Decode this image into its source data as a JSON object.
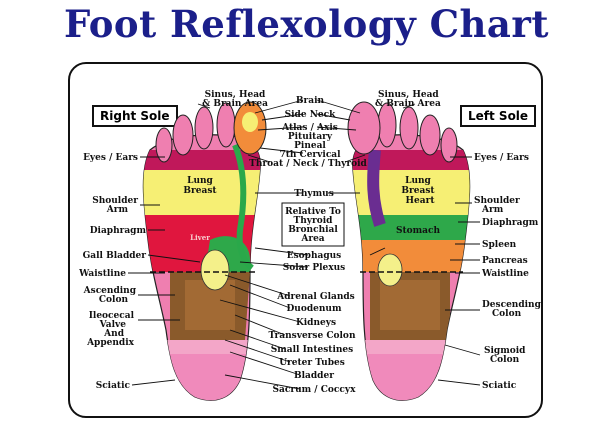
{
  "title": "Foot Reflexology Chart",
  "colors": {
    "title": "#1b1f8a"
  },
  "sole_labels": {
    "right": "Right Sole",
    "left": "Left Sole"
  },
  "left_labels": [
    {
      "id": "sinus-right-1",
      "text": "Sinus, Head"
    },
    {
      "id": "sinus-right-2",
      "text": "& Brain Area"
    },
    {
      "id": "eyes-ears-right",
      "text": "Eyes / Ears"
    },
    {
      "id": "shoulder-right",
      "text": "Shoulder"
    },
    {
      "id": "arm-right",
      "text": "Arm"
    },
    {
      "id": "diaphragm-right",
      "text": "Diaphragm"
    },
    {
      "id": "gall-bladder",
      "text": "Gall Bladder"
    },
    {
      "id": "waistline-right",
      "text": "Waistline"
    },
    {
      "id": "ascending-1",
      "text": "Ascending"
    },
    {
      "id": "ascending-2",
      "text": "Colon"
    },
    {
      "id": "ileocecal-1",
      "text": "Ileocecal"
    },
    {
      "id": "ileocecal-2",
      "text": "Valve"
    },
    {
      "id": "ileocecal-3",
      "text": "And"
    },
    {
      "id": "ileocecal-4",
      "text": "Appendix"
    },
    {
      "id": "sciatic-right",
      "text": "Sciatic"
    }
  ],
  "center_labels": [
    {
      "id": "brain",
      "text": "Brain"
    },
    {
      "id": "side-neck",
      "text": "Side Neck"
    },
    {
      "id": "atlas-axis",
      "text": "Atlas / Axis"
    },
    {
      "id": "pituitary",
      "text": "Pituitary"
    },
    {
      "id": "pineal",
      "text": "Pineal"
    },
    {
      "id": "cervical",
      "text": "7th Cervical"
    },
    {
      "id": "throat",
      "text": "Throat / Neck / Thyroid"
    },
    {
      "id": "thymus",
      "text": "Thymus"
    },
    {
      "id": "relative-1",
      "text": "Relative To"
    },
    {
      "id": "relative-2",
      "text": "Thyroid"
    },
    {
      "id": "relative-3",
      "text": "Bronchial"
    },
    {
      "id": "relative-4",
      "text": "Area"
    },
    {
      "id": "esophagus",
      "text": "Esophagus"
    },
    {
      "id": "solar-plexus",
      "text": "Solar Plexus"
    },
    {
      "id": "adrenal",
      "text": "Adrenal Glands"
    },
    {
      "id": "duodenum",
      "text": "Duodenum"
    },
    {
      "id": "kidneys",
      "text": "Kidneys"
    },
    {
      "id": "transverse",
      "text": "Transverse Colon"
    },
    {
      "id": "small-int",
      "text": "Small Intestines"
    },
    {
      "id": "ureter",
      "text": "Ureter Tubes"
    },
    {
      "id": "bladder",
      "text": "Bladder"
    },
    {
      "id": "sacrum",
      "text": "Sacrum / Coccyx"
    }
  ],
  "right_labels": [
    {
      "id": "sinus-left-1",
      "text": "Sinus, Head"
    },
    {
      "id": "sinus-left-2",
      "text": "& Brain Area"
    },
    {
      "id": "eyes-ears-left",
      "text": "Eyes / Ears"
    },
    {
      "id": "shoulder-left",
      "text": "Shoulder"
    },
    {
      "id": "arm-left",
      "text": "Arm"
    },
    {
      "id": "diaphragm-left",
      "text": "Diaphragm"
    },
    {
      "id": "spleen",
      "text": "Spleen"
    },
    {
      "id": "pancreas",
      "text": "Pancreas"
    },
    {
      "id": "waistline-left",
      "text": "Waistline"
    },
    {
      "id": "descending-1",
      "text": "Descending"
    },
    {
      "id": "descending-2",
      "text": "Colon"
    },
    {
      "id": "sigmoid-1",
      "text": "Sigmoid"
    },
    {
      "id": "sigmoid-2",
      "text": "Colon"
    },
    {
      "id": "sciatic-left",
      "text": "Sciatic"
    }
  ],
  "foot_labels": [
    {
      "id": "lung-right",
      "text": "Lung"
    },
    {
      "id": "breast-right",
      "text": "Breast"
    },
    {
      "id": "liver",
      "text": "Liver"
    },
    {
      "id": "lung-left",
      "text": "Lung"
    },
    {
      "id": "breast-left",
      "text": "Breast"
    },
    {
      "id": "heart",
      "text": "Heart"
    },
    {
      "id": "stomach",
      "text": "Stomach"
    }
  ]
}
